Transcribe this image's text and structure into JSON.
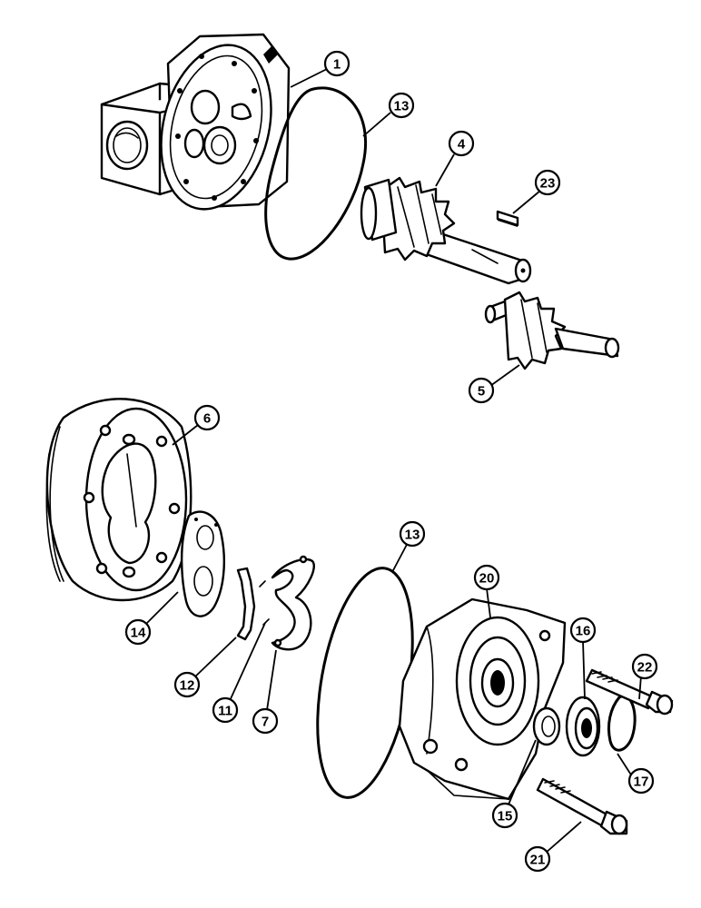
{
  "diagram": {
    "callouts": [
      {
        "id": "c1",
        "label": "1"
      },
      {
        "id": "c13a",
        "label": "13"
      },
      {
        "id": "c4",
        "label": "4"
      },
      {
        "id": "c23",
        "label": "23"
      },
      {
        "id": "c5",
        "label": "5"
      },
      {
        "id": "c6",
        "label": "6"
      },
      {
        "id": "c13b",
        "label": "13"
      },
      {
        "id": "c20",
        "label": "20"
      },
      {
        "id": "c16",
        "label": "16"
      },
      {
        "id": "c22",
        "label": "22"
      },
      {
        "id": "c14",
        "label": "14"
      },
      {
        "id": "c12",
        "label": "12"
      },
      {
        "id": "c11",
        "label": "11"
      },
      {
        "id": "c7",
        "label": "7"
      },
      {
        "id": "c17",
        "label": "17"
      },
      {
        "id": "c15",
        "label": "15"
      },
      {
        "id": "c21",
        "label": "21"
      }
    ]
  }
}
